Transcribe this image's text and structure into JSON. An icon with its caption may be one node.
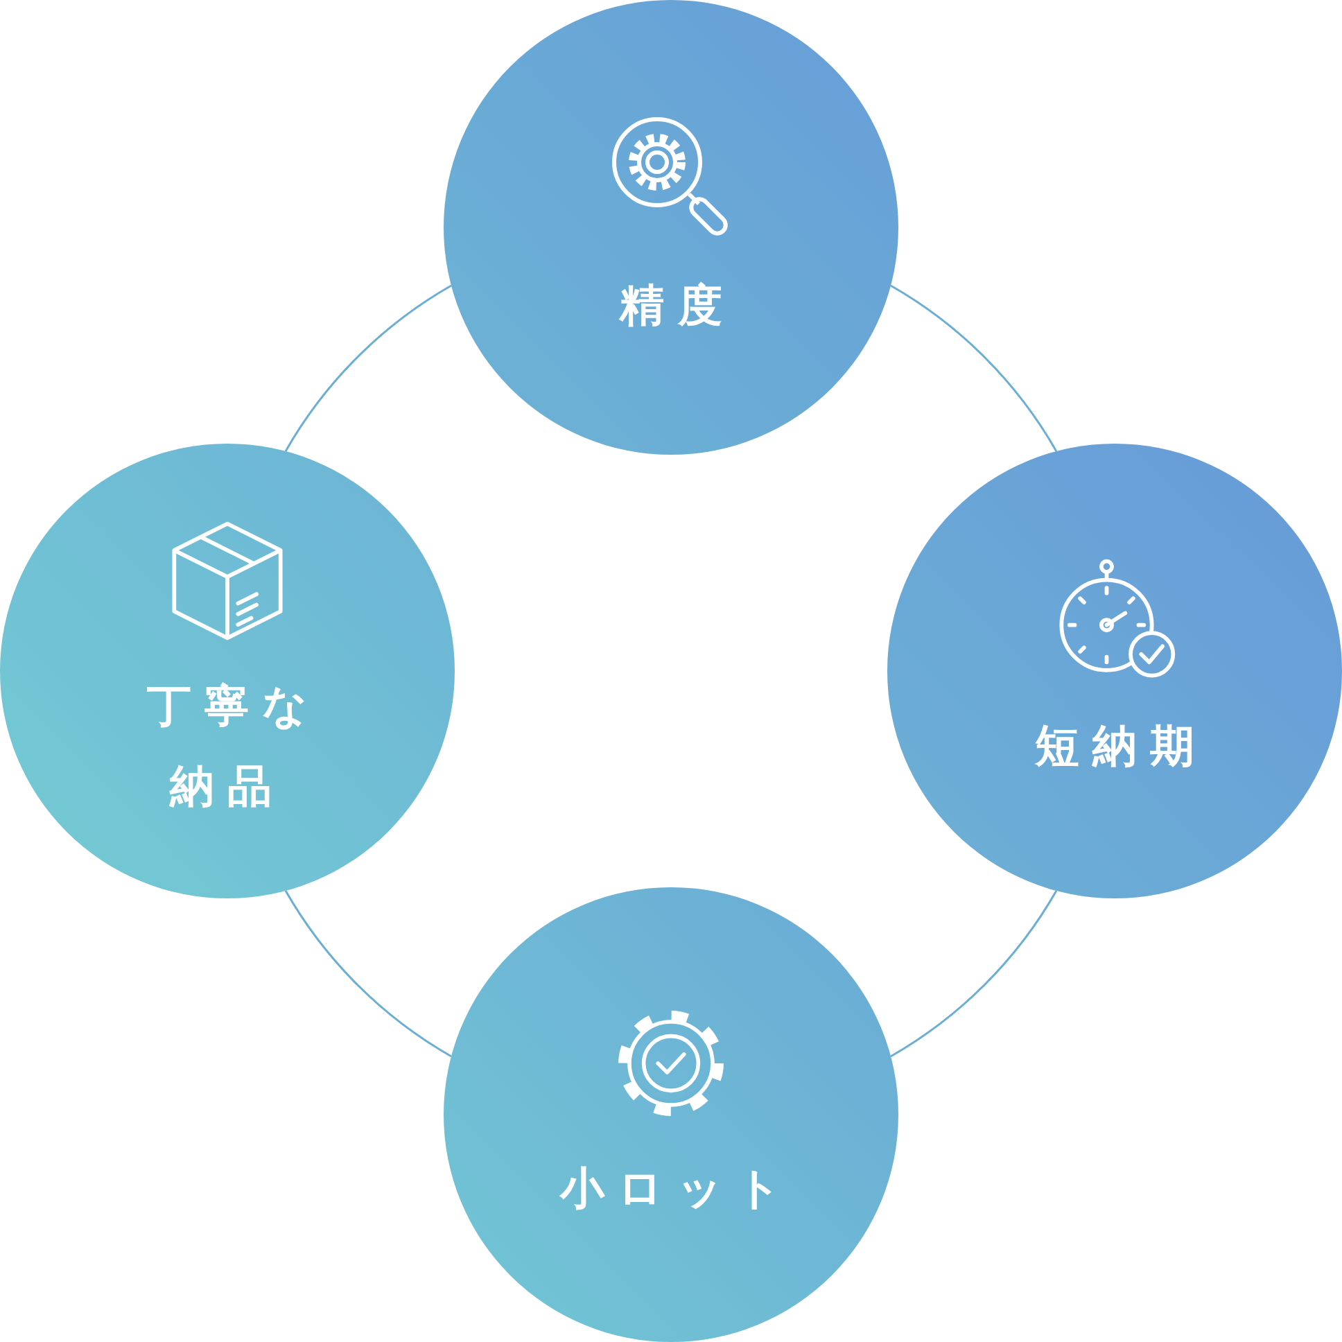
{
  "diagram": {
    "nodes": [
      {
        "text": [
          "精度"
        ]
      },
      {
        "text": [
          "丁寧な納品"
        ]
      },
      {
        "text": [
          "短納期"
        ]
      },
      {
        "text": [
          "小ロット"
        ]
      }
    ],
    "edges": [
      {
        "from": 0,
        "to": 2,
        "arrow": "none"
      },
      {
        "from": 2,
        "to": 3,
        "arrow": "none"
      },
      {
        "from": 3,
        "to": 1,
        "arrow": "none"
      },
      {
        "from": 1,
        "to": 0,
        "arrow": "none"
      }
    ]
  }
}
